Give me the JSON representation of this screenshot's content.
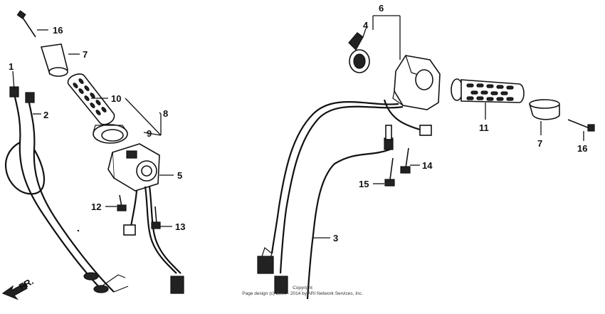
{
  "diagram": {
    "callouts": [
      {
        "id": "1",
        "label": "1"
      },
      {
        "id": "2",
        "label": "2"
      },
      {
        "id": "3",
        "label": "3"
      },
      {
        "id": "4",
        "label": "4"
      },
      {
        "id": "5",
        "label": "5"
      },
      {
        "id": "6",
        "label": "6"
      },
      {
        "id": "7a",
        "label": "7"
      },
      {
        "id": "7b",
        "label": "7"
      },
      {
        "id": "8",
        "label": "8"
      },
      {
        "id": "9",
        "label": "9"
      },
      {
        "id": "10",
        "label": "10"
      },
      {
        "id": "11",
        "label": "11"
      },
      {
        "id": "12",
        "label": "12"
      },
      {
        "id": "13",
        "label": "13"
      },
      {
        "id": "14",
        "label": "14"
      },
      {
        "id": "15",
        "label": "15"
      },
      {
        "id": "16a",
        "label": "16"
      },
      {
        "id": "16b",
        "label": "16"
      }
    ],
    "direction_marker": "FR.",
    "copyright_line1": "Copyright",
    "copyright_line2": "Page design (c) 2004 - 2014 by ARI Network Services, Inc."
  }
}
